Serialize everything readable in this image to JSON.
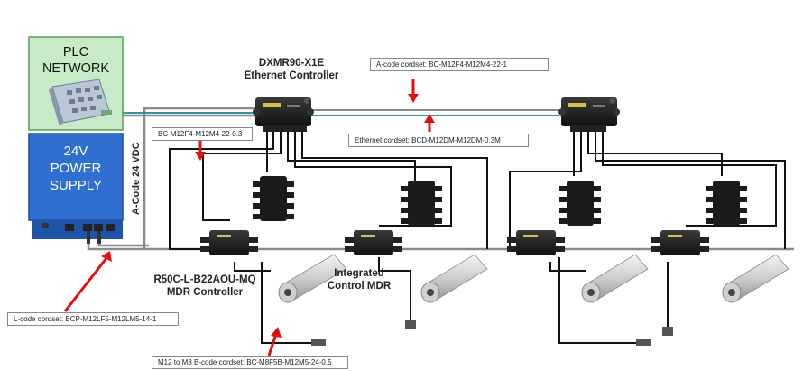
{
  "plc_box": {
    "line1": "PLC",
    "line2": "NETWORK",
    "icon": "plc-switch-icon"
  },
  "power_box": {
    "line1": "24V",
    "line2": "POWER",
    "line3": "SUPPLY"
  },
  "labels": {
    "dxm_title": "DXMR90-X1E",
    "dxm_subtitle": "Ethernet Controller",
    "r50_title": "R50C-L-B22AOU-MQ",
    "r50_subtitle": "MDR Controller",
    "mdr_title": "Integrated",
    "mdr_subtitle": "Control MDR",
    "vdc_label": "A-Code 24 VDC"
  },
  "callouts": {
    "a_code": "A-code cordset: BC-M12F4-M12M4-22-1",
    "ethernet": "Ethernet cordset: BCD-M12DM-M12DM-0.3M",
    "bc_short": "BC-M12F4-M12M4-22-0.3",
    "l_code": "L-code cordset: BCP-M12LF5-M12LM5-14-1",
    "m8": "M12 to M8 B-code cordset: BC-M8F5B-M12M5-24-0.5"
  },
  "colors": {
    "plc_fill": "#c9eac9",
    "psu_fill": "#2f6fd0",
    "arrow": "#e01010",
    "ethernet_cable": "#3a8fa0",
    "power_cable": "#8a8a8a",
    "io_cable": "#111111"
  }
}
